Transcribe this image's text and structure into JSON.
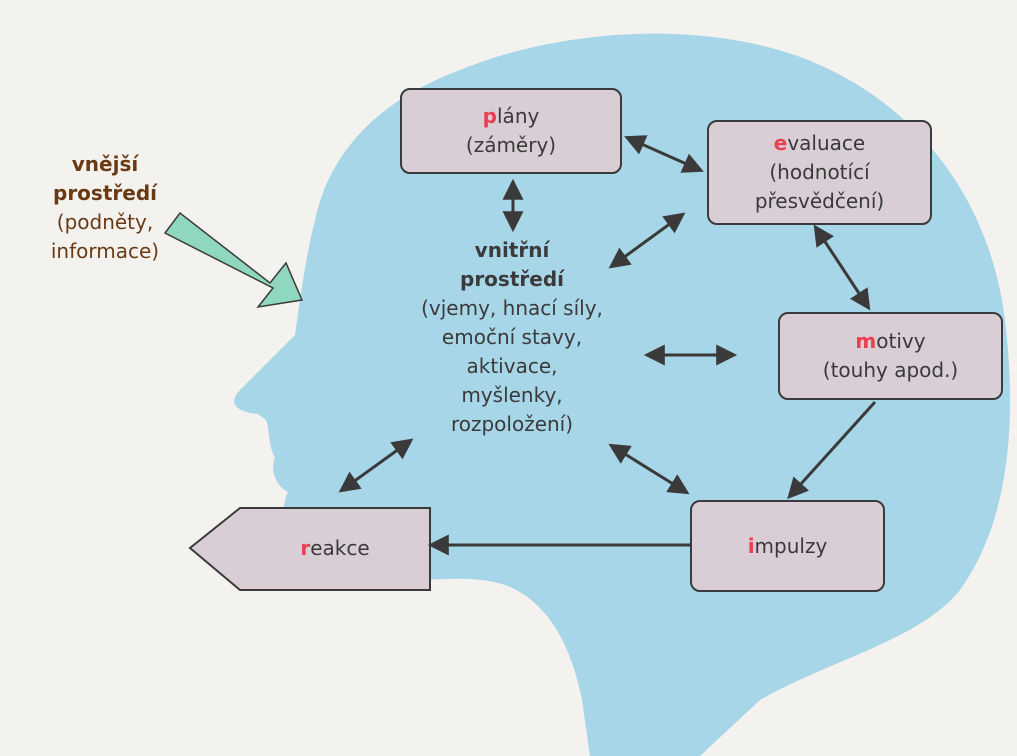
{
  "colors": {
    "background": "#f3f2ef",
    "head": "#a7d6e8",
    "box": "#d9cdd6",
    "initial_letter": "#e8404e",
    "input_arrow": "#8fd7bf",
    "external_text": "#6a3a14"
  },
  "external": {
    "title_line1": "vnější",
    "title_line2": "prostředí",
    "sub_line1": "(podněty,",
    "sub_line2": "informace)"
  },
  "internal": {
    "title_line1": "vnitřní",
    "title_line2": "prostředí",
    "lines": [
      "(vjemy, hnací síly,",
      "emoční stavy,",
      "aktivace,",
      "myšlenky,",
      "rozpoložení)"
    ]
  },
  "nodes": {
    "plany": {
      "initial": "p",
      "rest": "lány",
      "sub": "(záměry)"
    },
    "evaluace": {
      "initial": "e",
      "rest": "valuace",
      "sub1": "(hodnotící",
      "sub2": "přesvědčení)"
    },
    "motivy": {
      "initial": "m",
      "rest": "otivy",
      "sub": "(touhy apod.)"
    },
    "impulzy": {
      "initial": "i",
      "rest": "mpulzy"
    },
    "reakce": {
      "initial": "r",
      "rest": "eakce"
    }
  }
}
